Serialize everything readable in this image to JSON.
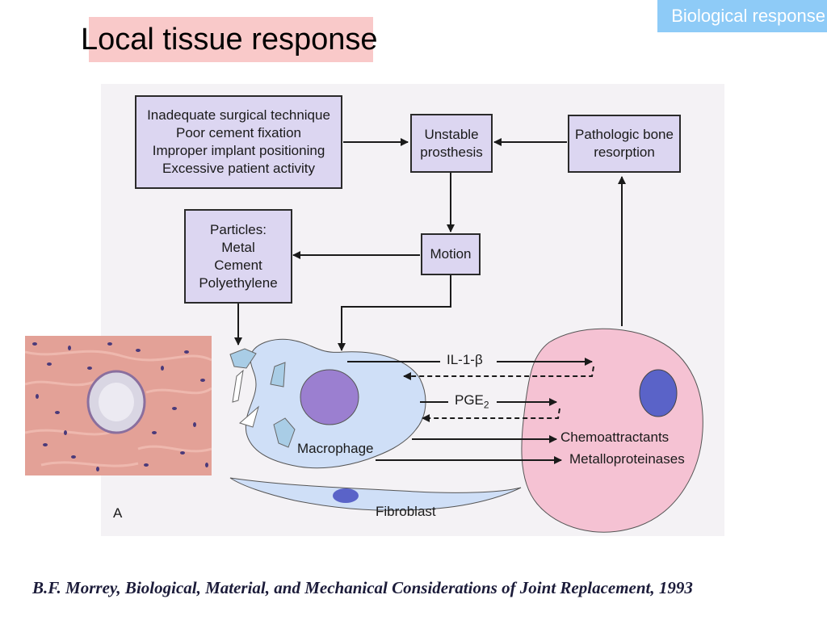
{
  "header": {
    "section_tag": "Biological response",
    "title": "Local tissue response"
  },
  "diagram": {
    "causes": [
      "Inadequate surgical technique",
      "Poor cement fixation",
      "Improper implant positioning",
      "Excessive patient activity"
    ],
    "unstable": [
      "Unstable",
      "prosthesis"
    ],
    "resorption": [
      "Pathologic bone",
      "resorption"
    ],
    "motion": "Motion",
    "particles": [
      "Particles:",
      "Metal",
      "Cement",
      "Polyethylene"
    ],
    "il1": "IL-1-β",
    "pge": "PGE",
    "pge_sub": "2",
    "chemo": "Chemoattractants",
    "metallo": "Metalloproteinases",
    "macrophage": "Macrophage",
    "fibroblast": "Fibroblast",
    "panel_letter": "A"
  },
  "colors": {
    "box_fill": "#dcd6f1",
    "macrophage_fill": "#cfdff7",
    "osteoclast_fill": "#f5c2d3",
    "nucleus_macrophage": "#9b7fd0",
    "nucleus_osteoclast": "#5a63c8",
    "title_highlight": "#f9c9c9",
    "tag_background": "#8ecbf7"
  },
  "citation": "B.F. Morrey, Biological, Material, and Mechanical Considerations of Joint Replacement, 1993"
}
